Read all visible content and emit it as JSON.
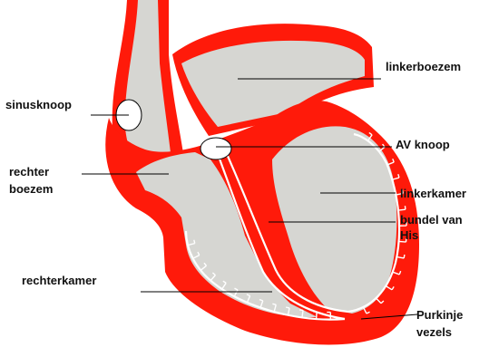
{
  "colors": {
    "muscle": "#ff1a0a",
    "chamber": "#d6d6d2",
    "node": "#ffffff",
    "leader": "#000000",
    "background": "#ffffff"
  },
  "labels": {
    "sinusknoop": "sinusknoop",
    "rechter_boezem_line1": "rechter",
    "rechter_boezem_line2": "boezem",
    "rechterkamer": "rechterkamer",
    "linkerboezem": "linkerboezem",
    "av_knoop": "AV knoop",
    "linkerkamer": "linkerkamer",
    "bundel_van_his_line1": "bundel van",
    "bundel_van_his_line2": "His",
    "purkinje_vezels_line1": "Purkinje",
    "purkinje_vezels_line2": "vezels"
  }
}
